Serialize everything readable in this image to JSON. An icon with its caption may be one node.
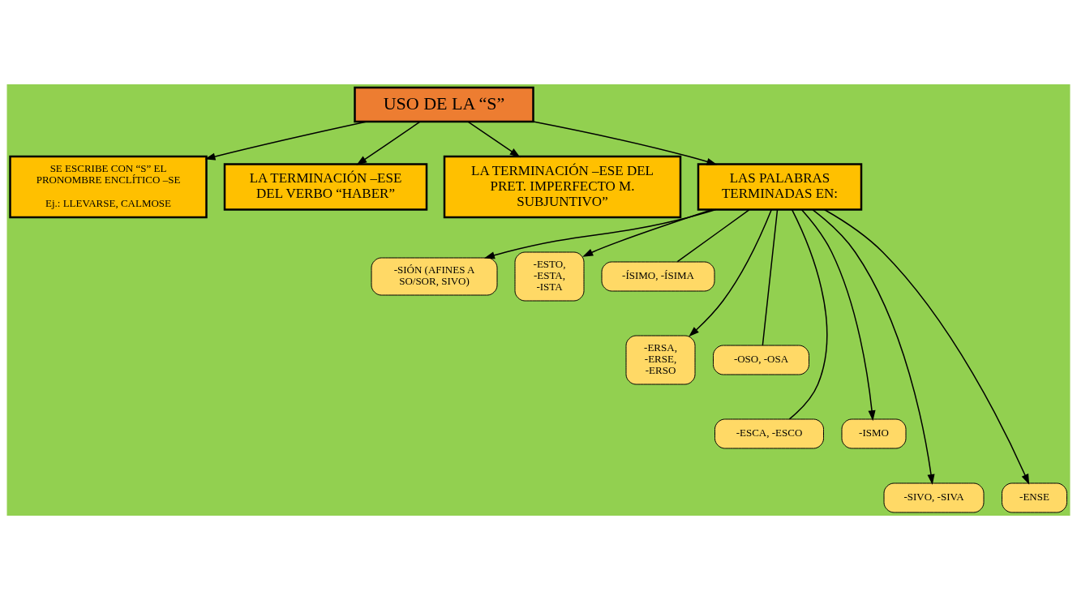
{
  "diagram": {
    "nodes": [
      {
        "text": [
          "USO DE LA “S”"
        ]
      },
      {
        "text": [
          "SE ESCRIBE CON “S” EL PRONOMBRE ENCLÍTICO –SE",
          "Ej.: LLEVARSE, CALMOSE"
        ]
      },
      {
        "text": [
          "LA TERMINACIÓN –ESE DEL VERBO “HABER”"
        ]
      },
      {
        "text": [
          "LA TERMINACIÓN –ESE DEL PRET. IMPERFECTO M. SUBJUNTIVO”"
        ]
      },
      {
        "text": [
          "LAS PALABRAS TERMINADAS EN:"
        ]
      },
      {
        "text": [
          "-SIÓN (AFINES A SO/SOR, SIVO)"
        ]
      },
      {
        "text": [
          "-ESTO, -ESTA, -ISTA"
        ]
      },
      {
        "text": [
          "-ÍSIMO, -ÍSIMA"
        ]
      },
      {
        "text": [
          "-ERSA, -ERSE, -ERSO"
        ]
      },
      {
        "text": [
          "-OSO, -OSA"
        ]
      },
      {
        "text": [
          "-ESCA, -ESCO"
        ]
      },
      {
        "text": [
          "-ISMO"
        ]
      },
      {
        "text": [
          "-SIVO, -SIVA"
        ]
      },
      {
        "text": [
          "-ENSE"
        ]
      }
    ],
    "edges": [
      {
        "from": 0,
        "to": 1,
        "arrow": "to"
      },
      {
        "from": 0,
        "to": 2,
        "arrow": "to"
      },
      {
        "from": 0,
        "to": 3,
        "arrow": "to"
      },
      {
        "from": 0,
        "to": 4,
        "arrow": "to"
      },
      {
        "from": 4,
        "to": 5,
        "arrow": "to"
      },
      {
        "from": 4,
        "to": 7,
        "arrow": "none"
      },
      {
        "from": 4,
        "to": 9,
        "arrow": "none"
      },
      {
        "from": 4,
        "to": 11,
        "arrow": "to"
      },
      {
        "from": 4,
        "to": 13,
        "arrow": "to"
      },
      {
        "from": 4,
        "to": 10,
        "arrow": "none"
      },
      {
        "from": 4,
        "to": 12,
        "arrow": "to"
      },
      {
        "from": 4,
        "to": 8,
        "arrow": "to"
      },
      {
        "from": 4,
        "to": 6,
        "arrow": "to"
      }
    ]
  }
}
